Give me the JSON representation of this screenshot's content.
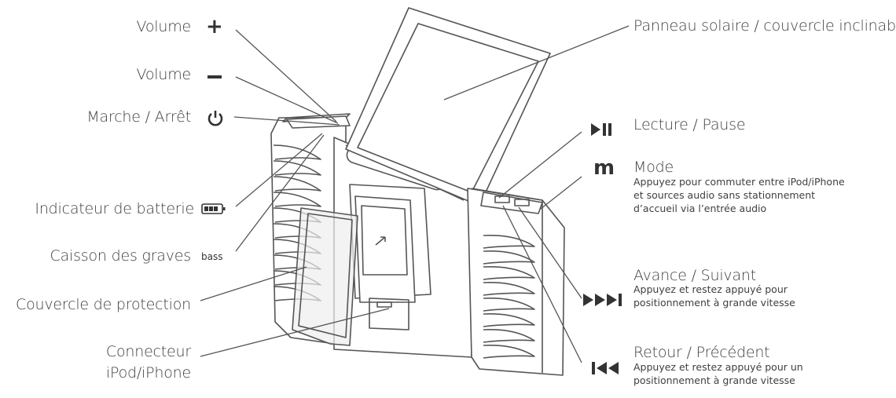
{
  "left_labels": {
    "volume_up": "Volume",
    "volume_down": "Volume",
    "power": "Marche / Arrêt",
    "battery": "Indicateur de batterie",
    "bass": "Caisson des graves",
    "cover": "Couvercle de protection",
    "connector_line1": "Connecteur",
    "connector_line2": "iPod/iPhone"
  },
  "icons": {
    "bass_text": "bass",
    "mode_letter": "m"
  },
  "right_labels": {
    "solar": "Panneau solaire / couvercle inclinable",
    "play": "Lecture / Pause",
    "mode_title": "Mode",
    "mode_desc1": "Appuyez pour commuter entre iPod/iPhone",
    "mode_desc2": "et sources audio sans stationnement",
    "mode_desc3": "d’accueil via l’entrée audio",
    "next_title": "Avance / Suivant",
    "next_desc1": "Appuyez et restez appuyé pour",
    "next_desc2": "positionnement à grande vitesse",
    "prev_title": "Retour / Précédent",
    "prev_desc1": "Appuyez et restez appuyé pour un",
    "prev_desc2": "positionnement à grande vitesse"
  },
  "colors": {
    "line": "#555555",
    "device_fill": "#ffffff",
    "cover_fill": "#eeeeee"
  }
}
